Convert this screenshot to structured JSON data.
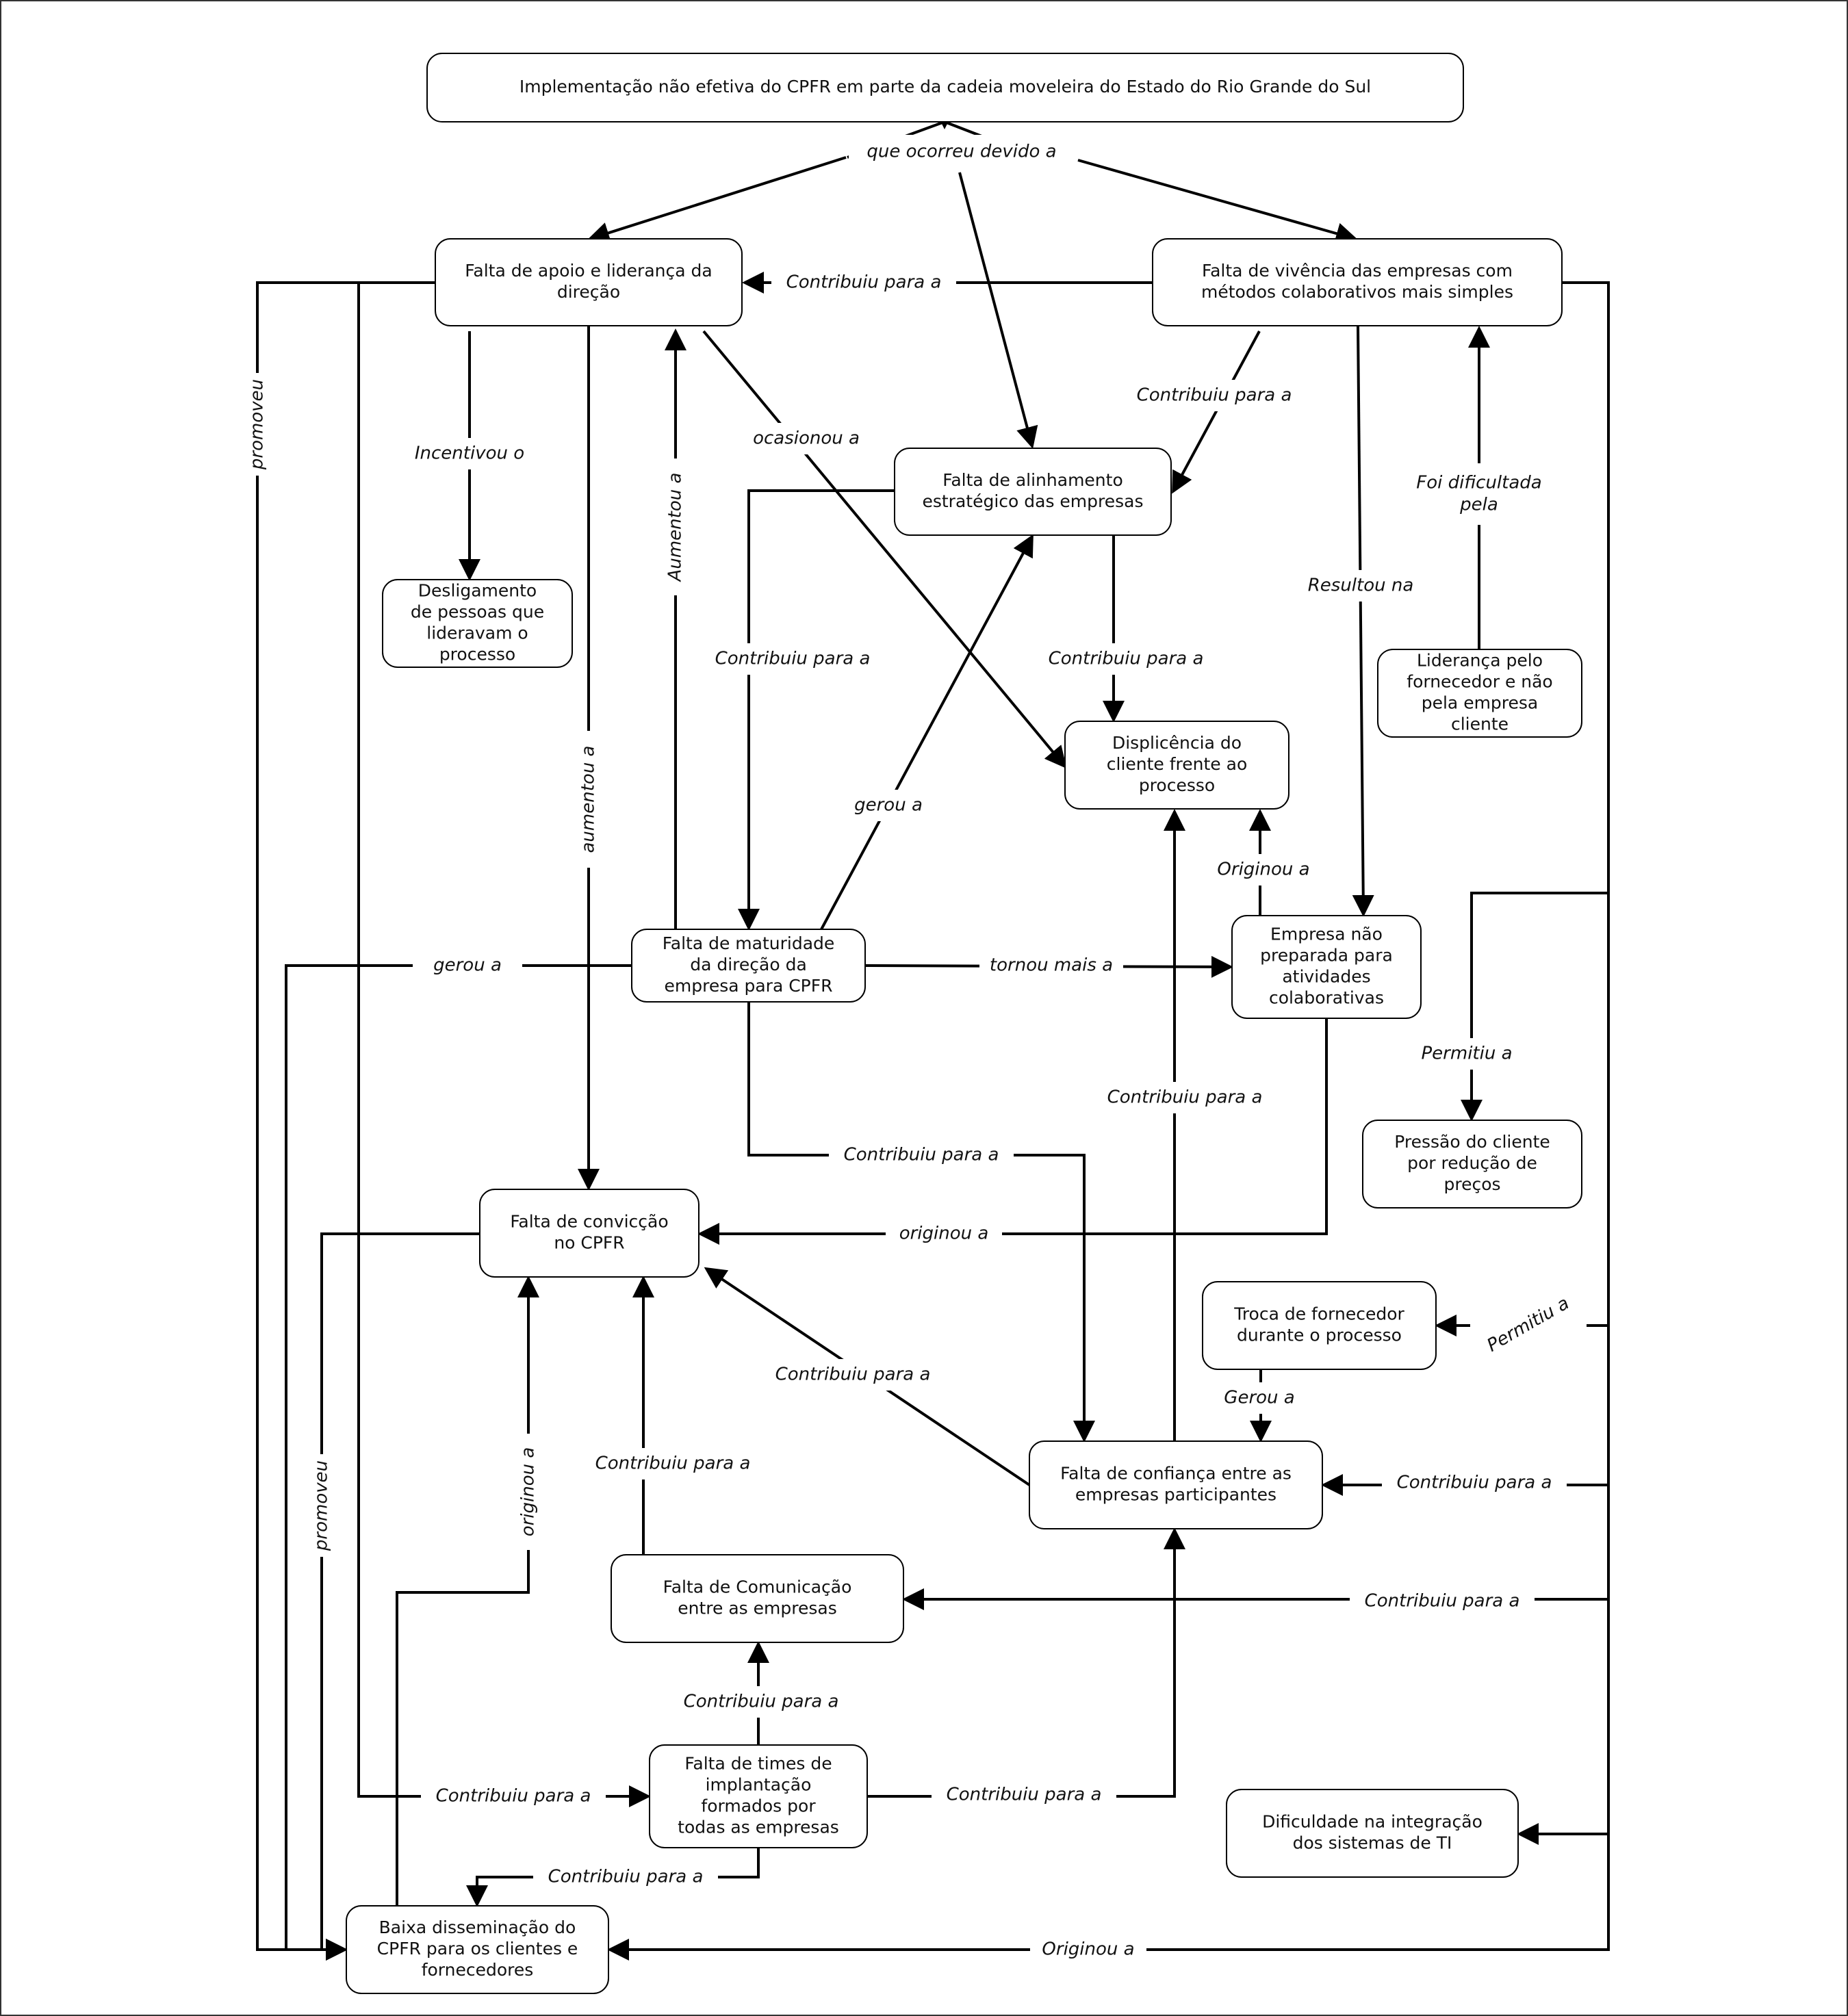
{
  "diagram": {
    "title": "Implementação não efetiva do CPFR em parte da cadeia moveleira do Estado do Rio Grande do Sul",
    "nodes": {
      "root": [
        "Implementação não efetiva do CPFR em parte da cadeia moveleira do Estado do Rio Grande do Sul"
      ],
      "apoio": [
        "Falta de apoio e liderança da",
        "direção"
      ],
      "vivencia": [
        "Falta de vivência das empresas com",
        "métodos colaborativos mais simples"
      ],
      "alinhamento": [
        "Falta de alinhamento",
        "estratégico das empresas"
      ],
      "desligamento": [
        "Desligamento",
        "de pessoas que",
        "lideravam o",
        "processo"
      ],
      "displicencia": [
        "Displicência do",
        "cliente frente ao",
        "processo"
      ],
      "lideranca_forn": [
        "Liderança pelo",
        "fornecedor e não",
        "pela empresa",
        "cliente"
      ],
      "maturidade": [
        "Falta de maturidade",
        "da direção da",
        "empresa para CPFR"
      ],
      "empresa_np": [
        "Empresa não",
        "preparada para",
        "atividades",
        "colaborativas"
      ],
      "pressao": [
        "Pressão do cliente",
        "por redução de",
        "preços"
      ],
      "conviccao": [
        "Falta de convicção",
        "no CPFR"
      ],
      "troca": [
        "Troca de fornecedor",
        "durante o processo"
      ],
      "confianca": [
        "Falta de confiança entre as",
        "empresas participantes"
      ],
      "comunicacao": [
        "Falta de Comunicação",
        "entre as empresas"
      ],
      "times": [
        "Falta de times de",
        "implantação",
        "formados por",
        "todas as empresas"
      ],
      "integracao": [
        "Dificuldade na integração",
        "dos sistemas de TI"
      ],
      "baixa": [
        "Baixa disseminação do",
        "CPFR para os clientes e",
        "fornecedores"
      ]
    },
    "labels": {
      "que_ocorreu": "que ocorreu devido a",
      "contrib_viv_apoio": "Contribuiu para a",
      "promoveu_1": "promoveu",
      "incentivou": "Incentivou o",
      "aumentou_1": "Aumentou a",
      "ocasionou": "ocasionou a",
      "contrib_viv_alin": "Contribuiu para a",
      "foi_dificultada": [
        "Foi dificultada",
        "pela"
      ],
      "resultou": "Resultou na",
      "contrib_alin_mat": "Contribuiu para a",
      "contrib_alin_disp": "Contribuiu para a",
      "aumentou_2": "aumentou a",
      "gerou_mat_alin": "gerou a",
      "originou_emp_disp": "Originou a",
      "gerou_mat_left": "gerou a",
      "tornou_mais": "tornou mais a",
      "permitiu_pressao": "Permitiu a",
      "contrib_conf_disp": "Contribuiu para a",
      "contrib_mat_conf": "Contribuiu para a",
      "originou_emp_conv": "originou a",
      "permitiu_troca": "Permitiu a",
      "gerou_troca_conf": "Gerou a",
      "contrib_conf_conv": "Contribuiu para a",
      "contrib_right_conf": "Contribuiu para a",
      "contrib_com_conv": "Contribuiu para a",
      "originou_baixa_conv": "originou a",
      "promoveu_2": "promoveu",
      "contrib_right_com": "Contribuiu para a",
      "contrib_times_com": "Contribuiu para a",
      "contrib_left_times": "Contribuiu para a",
      "contrib_times_conf": "Contribuiu para a",
      "contrib_times_baixa": "Contribuiu para a",
      "originou_right_baixa": "Originou a"
    }
  }
}
